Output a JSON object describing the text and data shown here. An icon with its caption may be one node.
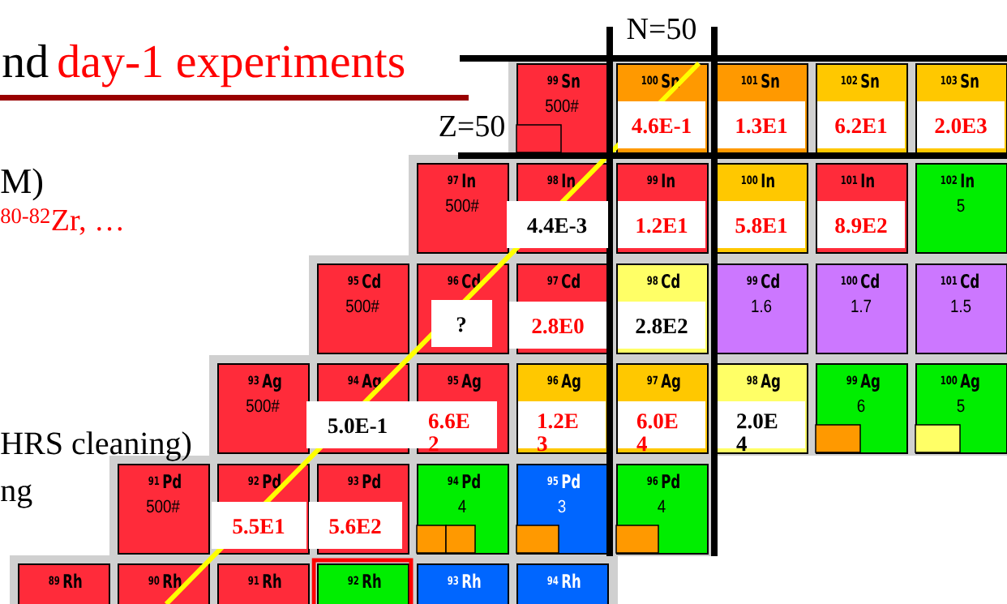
{
  "diagram": {
    "nodes": [
      {
        "text": [
          "99",
          "Sn",
          "500#"
        ]
      },
      {
        "text": [
          "100",
          "Sn"
        ]
      },
      {
        "text": [
          "101",
          "Sn"
        ]
      },
      {
        "text": [
          "102",
          "Sn"
        ]
      },
      {
        "text": [
          "103",
          "Sn"
        ]
      },
      {
        "text": [
          "4.6E-1"
        ],
        "in": 1
      },
      {
        "text": [
          "1.3E1"
        ],
        "in": 2
      },
      {
        "text": [
          "6.2E1"
        ],
        "in": 3
      },
      {
        "text": [
          "2.0E3"
        ],
        "in": 4
      },
      {
        "text": [
          "97",
          "In",
          "500#"
        ]
      },
      {
        "text": [
          "98",
          "In"
        ]
      },
      {
        "text": [
          "99",
          "In"
        ]
      },
      {
        "text": [
          "100",
          "In"
        ]
      },
      {
        "text": [
          "101",
          "In"
        ]
      },
      {
        "text": [
          "102",
          "In",
          "5"
        ]
      },
      {
        "text": [
          "4.4E-3"
        ]
      },
      {
        "text": [
          "1.2E1"
        ],
        "in": 11
      },
      {
        "text": [
          "5.8E1"
        ],
        "in": 12
      },
      {
        "text": [
          "8.9E2"
        ],
        "in": 13
      },
      {
        "text": [
          "95",
          "Cd",
          "500#"
        ]
      },
      {
        "text": [
          "96",
          "Cd"
        ]
      },
      {
        "text": [
          "97",
          "Cd"
        ]
      },
      {
        "text": [
          "98",
          "Cd"
        ]
      },
      {
        "text": [
          "99",
          "Cd",
          "1.6"
        ]
      },
      {
        "text": [
          "100",
          "Cd",
          "1.7"
        ]
      },
      {
        "text": [
          "101",
          "Cd",
          "1.5"
        ]
      },
      {
        "text": [
          "?"
        ],
        "in": 20
      },
      {
        "text": [
          "2.8E0"
        ]
      },
      {
        "text": [
          "2.8E2"
        ],
        "in": 22
      },
      {
        "text": [
          "93",
          "Ag",
          "500#"
        ]
      },
      {
        "text": [
          "94",
          "Ag"
        ]
      },
      {
        "text": [
          "95",
          "Ag"
        ]
      },
      {
        "text": [
          "96",
          "Ag"
        ]
      },
      {
        "text": [
          "97",
          "Ag"
        ]
      },
      {
        "text": [
          "98",
          "Ag"
        ]
      },
      {
        "text": [
          "99",
          "Ag",
          "6"
        ]
      },
      {
        "text": [
          "100",
          "Ag",
          "5"
        ]
      },
      {
        "text": [
          "5.0E-1"
        ]
      },
      {
        "text": [
          "6.6E 2"
        ]
      },
      {
        "text": [
          "1.2E 3"
        ],
        "in": 32
      },
      {
        "text": [
          "6.0E 4"
        ],
        "in": 33
      },
      {
        "text": [
          "2.0E 4"
        ],
        "in": 34
      },
      {
        "text": [
          "91",
          "Pd",
          "500#"
        ]
      },
      {
        "text": [
          "92",
          "Pd"
        ]
      },
      {
        "text": [
          "93",
          "Pd"
        ]
      },
      {
        "text": [
          "94",
          "Pd",
          "4"
        ]
      },
      {
        "text": [
          "95",
          "Pd",
          "3"
        ]
      },
      {
        "text": [
          "96",
          "Pd",
          "4"
        ]
      },
      {
        "text": [
          "5.5E1"
        ]
      },
      {
        "text": [
          "5.6E2"
        ]
      },
      {
        "text": [
          "89",
          "Rh"
        ]
      },
      {
        "text": [
          "90",
          "Rh"
        ]
      },
      {
        "text": [
          "91",
          "Rh"
        ]
      },
      {
        "text": [
          "92",
          "Rh"
        ]
      },
      {
        "text": [
          "93",
          "Rh"
        ]
      },
      {
        "text": [
          "94",
          "Rh"
        ]
      }
    ],
    "labels": [
      "N=50",
      "nd",
      "day-1 experiments",
      "Z=50",
      "M)",
      "$^{80-82}$Zr, …",
      "HRS cleaning)",
      "ng"
    ]
  }
}
